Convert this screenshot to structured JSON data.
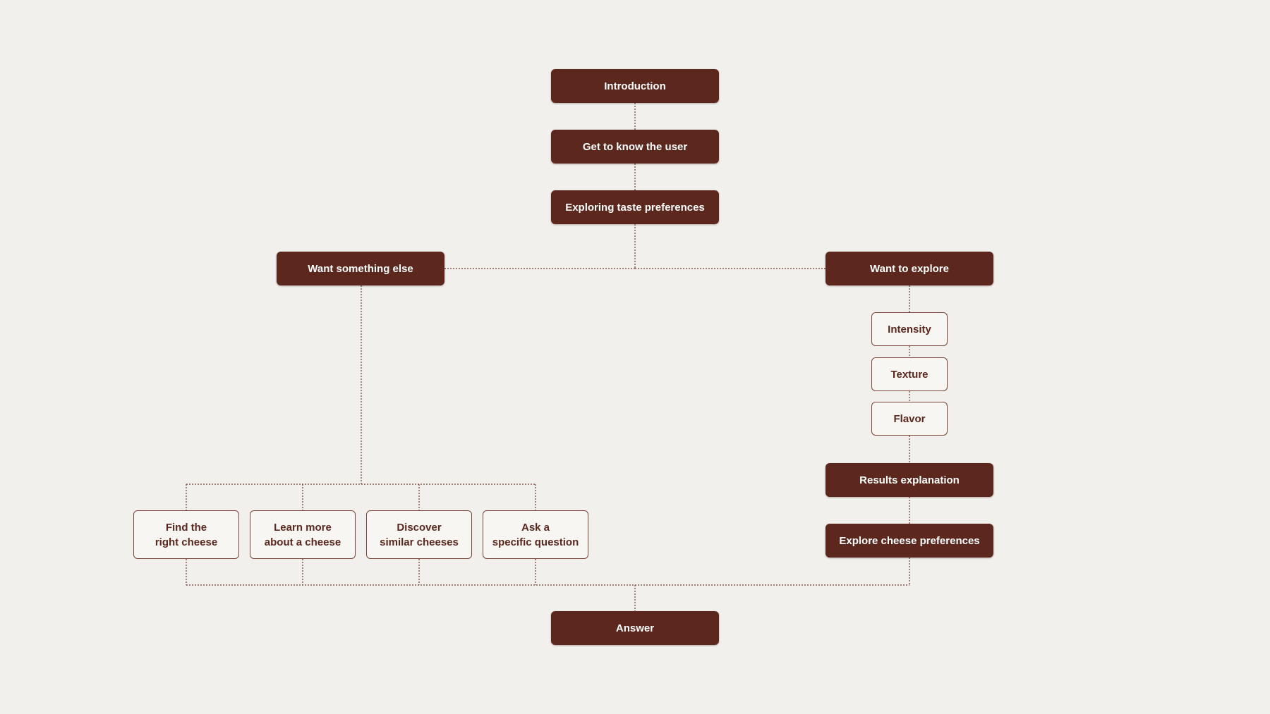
{
  "nodes": {
    "introduction": "Introduction",
    "get_to_know_user": "Get to know the user",
    "exploring_taste": "Exploring taste preferences",
    "want_something_else": "Want something else",
    "want_to_explore": "Want to explore",
    "intensity": "Intensity",
    "texture": "Texture",
    "flavor": "Flavor",
    "results_explanation": "Results explanation",
    "explore_cheese_preferences": "Explore cheese preferences",
    "find_right_cheese": "Find the\nright cheese",
    "learn_more_cheese": "Learn more\nabout a cheese",
    "discover_similar": "Discover\nsimilar cheeses",
    "ask_question": "Ask a\nspecific question",
    "answer": "Answer"
  },
  "colors": {
    "background": "#f1f0ec",
    "node_fill": "#5c271d",
    "node_text_light": "#ffffff",
    "outline_border": "#7a4438",
    "connector": "#6e3a30"
  }
}
